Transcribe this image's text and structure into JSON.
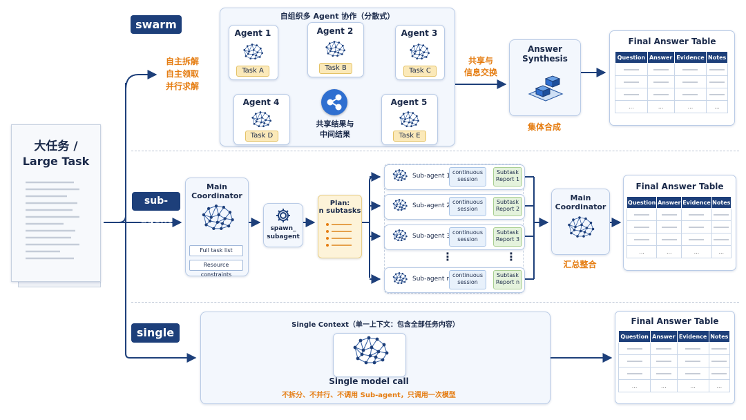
{
  "modes": {
    "swarm": "swarm",
    "subagent": "sub-agent",
    "single": "single"
  },
  "large_task": {
    "title_cn": "大任务 /",
    "title_en": "Large Task"
  },
  "swarm": {
    "title": "自组织多 Agent 协作（分散式）",
    "annotations": [
      "自主拆解",
      "自主领取",
      "并行求解"
    ],
    "agents": [
      {
        "name": "Agent 1",
        "task": "Task A"
      },
      {
        "name": "Agent 2",
        "task": "Task B"
      },
      {
        "name": "Agent 3",
        "task": "Task C"
      },
      {
        "name": "Agent 4",
        "task": "Task D"
      },
      {
        "name": "Agent 5",
        "task": "Task E"
      }
    ],
    "hub_label": [
      "共享结果与",
      "中间结果"
    ],
    "exchange_label": [
      "共享与",
      "信息交换"
    ],
    "synthesis": [
      "Answer",
      "Synthesis"
    ],
    "synthesis_caption": "集体合成"
  },
  "subagent": {
    "coordinator": [
      "Main",
      "Coordinator"
    ],
    "full_task_list": "Full task list",
    "resource_constraints": "Resource constraints",
    "spawn": [
      "spawn_",
      "subagent"
    ],
    "plan": [
      "Plan:",
      "n subtasks"
    ],
    "rows": [
      {
        "agent": "Sub-agent 1",
        "session": [
          "continuous",
          "session"
        ],
        "report": [
          "Subtask",
          "Report 1"
        ]
      },
      {
        "agent": "Sub-agent 2",
        "session": [
          "continuous",
          "session"
        ],
        "report": [
          "Subtask",
          "Report 2"
        ]
      },
      {
        "agent": "Sub-agent 3",
        "session": [
          "continuous",
          "session"
        ],
        "report": [
          "Subtask",
          "Report 3"
        ]
      },
      {
        "agent": "Sub-agent n",
        "session": [
          "continuous",
          "session"
        ],
        "report": [
          "Subtask",
          "Report n"
        ]
      }
    ],
    "ellipsis": "⋮",
    "coordinator2": [
      "Main",
      "Coordinator"
    ],
    "merge_caption": "汇总整合"
  },
  "single": {
    "context_title": "Single Context（单一上下文：包含全部任务内容）",
    "model_call": "Single model call",
    "note": "不拆分、不并行、不调用 Sub-agent，只调用一次模型"
  },
  "answer_table": {
    "title": "Final Answer Table",
    "columns": [
      "Question",
      "Answer",
      "Evidence",
      "Notes"
    ],
    "ellipsis": "..."
  },
  "colors": {
    "navy": "#1d3f7a",
    "orange": "#e57d12",
    "arrow": "#1d3f7a"
  }
}
